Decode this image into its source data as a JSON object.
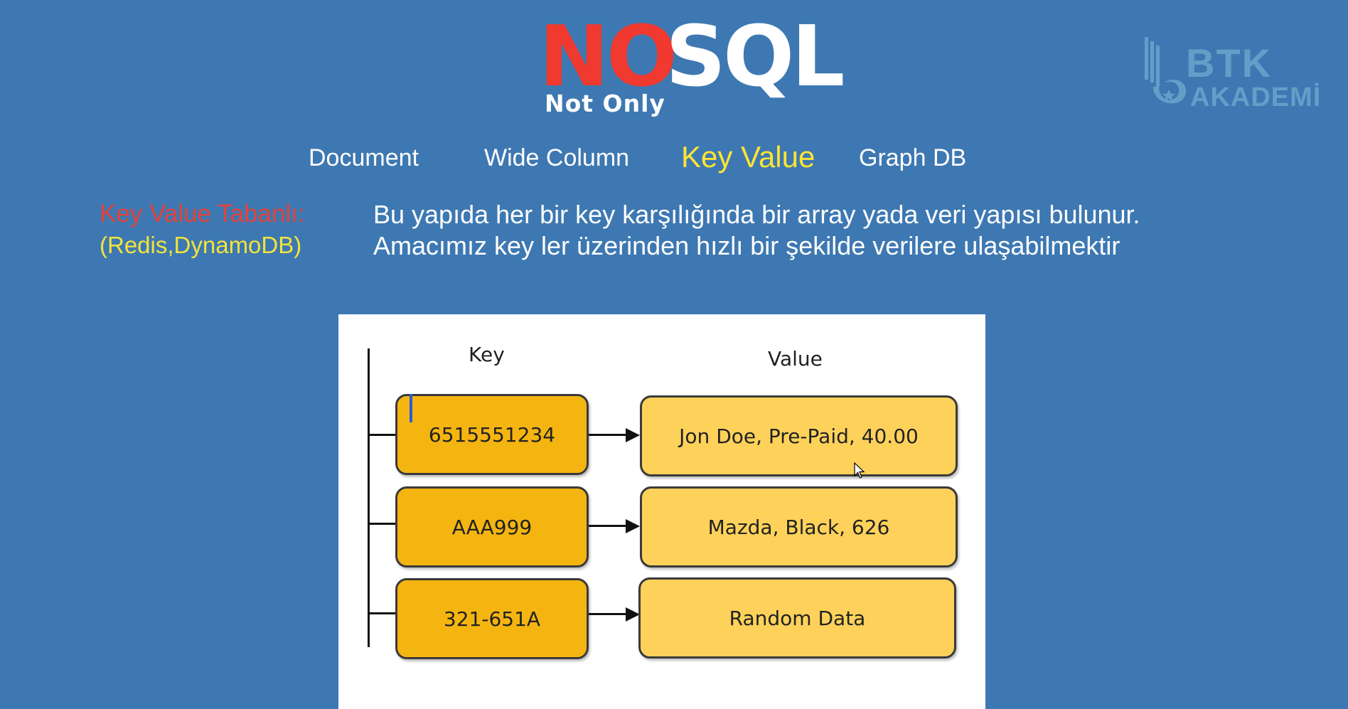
{
  "title": {
    "no": "NO",
    "sql": "SQL",
    "subtitle": "Not Only"
  },
  "logo": {
    "line1": "BTK",
    "line2": "AKADEMİ"
  },
  "types": [
    {
      "label": "Document",
      "active": false
    },
    {
      "label": "Wide Column",
      "active": false
    },
    {
      "label": "Key Value",
      "active": true
    },
    {
      "label": "Graph DB",
      "active": false
    }
  ],
  "description": {
    "label": "Key Value Tabanlı:",
    "examples": "(Redis,DynamoDB)",
    "line1": "Bu yapıda her bir key karşılığında bir array yada veri yapısı bulunur.",
    "line2": "Amacımız key ler üzerinden hızlı bir şekilde verilere ulaşabilmektir"
  },
  "diagram": {
    "key_header": "Key",
    "value_header": "Value",
    "rows": [
      {
        "key": "6515551234",
        "value": "Jon Doe, Pre-Paid, 40.00"
      },
      {
        "key": "AAA999",
        "value": "Mazda, Black, 626"
      },
      {
        "key": "321-651A",
        "value": "Random Data"
      }
    ]
  },
  "colors": {
    "background": "#3e78b2",
    "no_red": "#f0392f",
    "active_yellow": "#ffe433",
    "label_red": "#e2433a",
    "key_box": "#f5b511",
    "value_box": "#fed25a"
  }
}
